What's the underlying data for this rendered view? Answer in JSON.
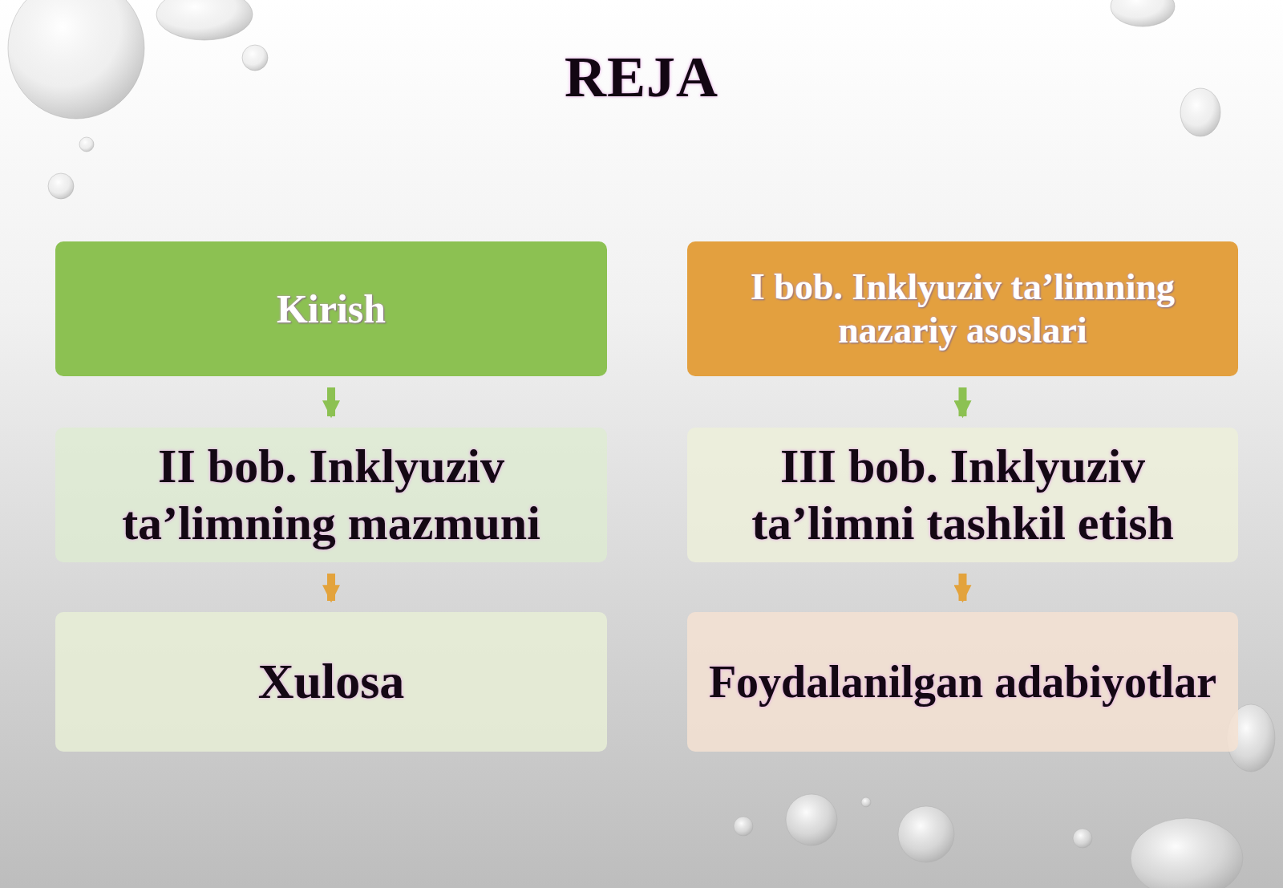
{
  "diagram": {
    "title": "REJA",
    "nodes": [
      {
        "text": [
          "Kirish"
        ]
      },
      {
        "text": [
          "I bob. Inklyuziv ta’limning nazariy asoslari"
        ]
      },
      {
        "text": [
          "II bob. Inklyuziv ta’limning mazmuni"
        ]
      },
      {
        "text": [
          "III bob. Inklyuziv ta’limni tashkil etish"
        ]
      },
      {
        "text": [
          "Xulosa"
        ]
      },
      {
        "text": [
          "Foydalanilgan adabiyotlar"
        ]
      }
    ],
    "edges": [
      {
        "from": 0,
        "to": 2,
        "arrow": "to"
      },
      {
        "from": 2,
        "to": 4,
        "arrow": "to"
      },
      {
        "from": 1,
        "to": 3,
        "arrow": "to"
      },
      {
        "from": 3,
        "to": 5,
        "arrow": "to"
      }
    ]
  }
}
